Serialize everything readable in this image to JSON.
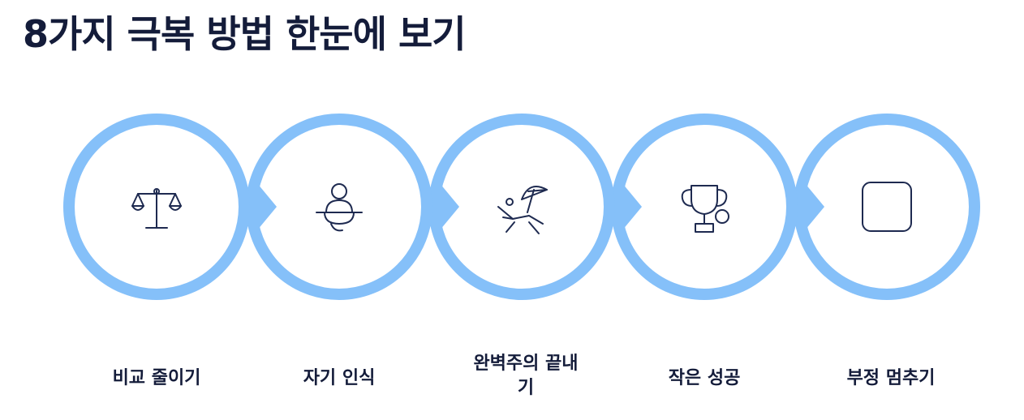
{
  "title": "8가지 극복 방법 한눈에 보기",
  "colors": {
    "ring": "#85c0f9",
    "icon_stroke": "#1e2a50",
    "text": "#141c3a",
    "background": "#ffffff"
  },
  "steps": [
    {
      "label": "비교 줄이기",
      "icon": "balance-scale-icon"
    },
    {
      "label": "자기 인식",
      "icon": "person-meditation-icon"
    },
    {
      "label": "완벽주의 끝내기",
      "icon": "beach-chair-umbrella-icon"
    },
    {
      "label": "작은 성공",
      "icon": "trophy-icon"
    },
    {
      "label": "부정 멈추기",
      "icon": "stop-square-icon"
    }
  ]
}
